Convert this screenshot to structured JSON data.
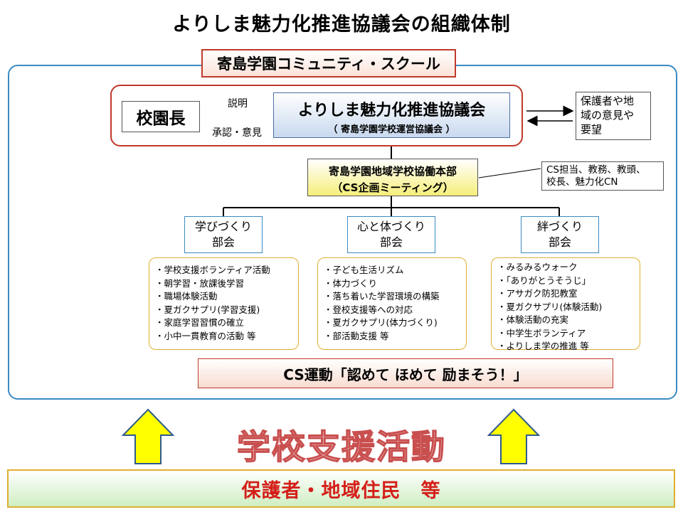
{
  "title": "よりしま魅力化推進協議会の組織体制",
  "school_label": "寄島学園コミュニティ・スクール",
  "principal": "校園長",
  "council": {
    "name": "よりしま魅力化推進協議会",
    "sub": "（ 寄島学園学校運営協議会 ）"
  },
  "arrow_labels": {
    "explain": "説明",
    "approve": "承認・意見"
  },
  "opinion": [
    "保護者や地",
    "域の意見や",
    "要望"
  ],
  "hq": {
    "line1": "寄島学園地域学校協働本部",
    "line2": "（CS企画ミーティング）"
  },
  "cs_note": [
    "CS担当、教務、教頭、",
    "校長、魅力化CN"
  ],
  "departments": [
    {
      "line1": "学びづくり",
      "line2": "部会",
      "activities": [
        "・学校支援ボランティア活動",
        "・朝学習・放課後学習",
        "・職場体験活動",
        "・夏ガクサプリ(学習支援)",
        "・家庭学習習慣の確立",
        "・小中一貫教育の活動 等"
      ]
    },
    {
      "line1": "心と体づくり",
      "line2": "部会",
      "activities": [
        "・子ども生活リズム",
        "・体力づくり",
        "・落ち着いた学習環境の構築",
        "・登校支援等への対応",
        "・夏ガクサプリ(体力づくり)",
        "・部活動支援 等"
      ]
    },
    {
      "line1": "絆づくり",
      "line2": "部会",
      "activities": [
        "・みるみるウォーク",
        "・「ありがとうそうじ」",
        "・アサガク防犯教室",
        "・夏ガクサプリ(体験活動)",
        "・体験活動の充実",
        "・中学生ボランティア",
        "・よりしま学の推進 等"
      ]
    }
  ],
  "slogan": "CS運動「認めて ほめて 励まそう！」",
  "support": "学校支援活動",
  "bottom": "保護者・地域住民　等",
  "colors": {
    "outer_border": "#3b8bc2",
    "red_border": "#c0392b",
    "yellow_border": "#e0b030",
    "arrow_fill": "#ffff00",
    "bottom_text": "#d4201a"
  }
}
